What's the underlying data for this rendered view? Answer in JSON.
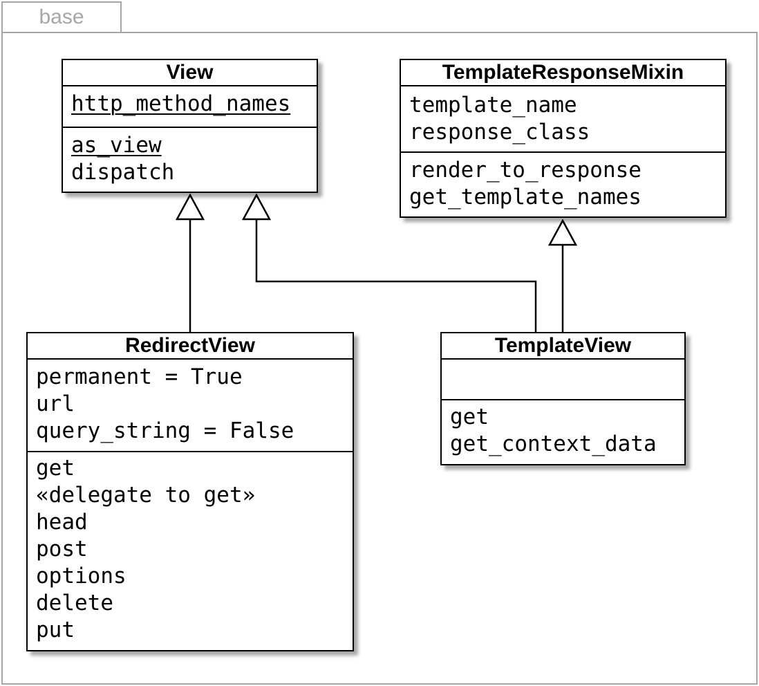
{
  "package": {
    "name": "base"
  },
  "classes": {
    "view": {
      "name": "View",
      "attributes": [
        "http_method_names"
      ],
      "methods": [
        "as_view",
        "dispatch"
      ]
    },
    "template_response_mixin": {
      "name": "TemplateResponseMixin",
      "attributes": [
        "template_name",
        "response_class"
      ],
      "methods": [
        "render_to_response",
        "get_template_names"
      ]
    },
    "redirect_view": {
      "name": "RedirectView",
      "attributes": [
        "permanent = True",
        "url",
        "query_string = False"
      ],
      "methods": [
        "get",
        "«delegate to get»",
        "head",
        "post",
        "options",
        "delete",
        "put"
      ]
    },
    "template_view": {
      "name": "TemplateView",
      "attributes": [],
      "methods": [
        "get",
        "get_context_data"
      ]
    }
  },
  "relations": [
    {
      "type": "generalization",
      "from": "RedirectView",
      "to": "View"
    },
    {
      "type": "generalization",
      "from": "TemplateView",
      "to": "View"
    },
    {
      "type": "generalization",
      "from": "TemplateView",
      "to": "TemplateResponseMixin"
    }
  ]
}
